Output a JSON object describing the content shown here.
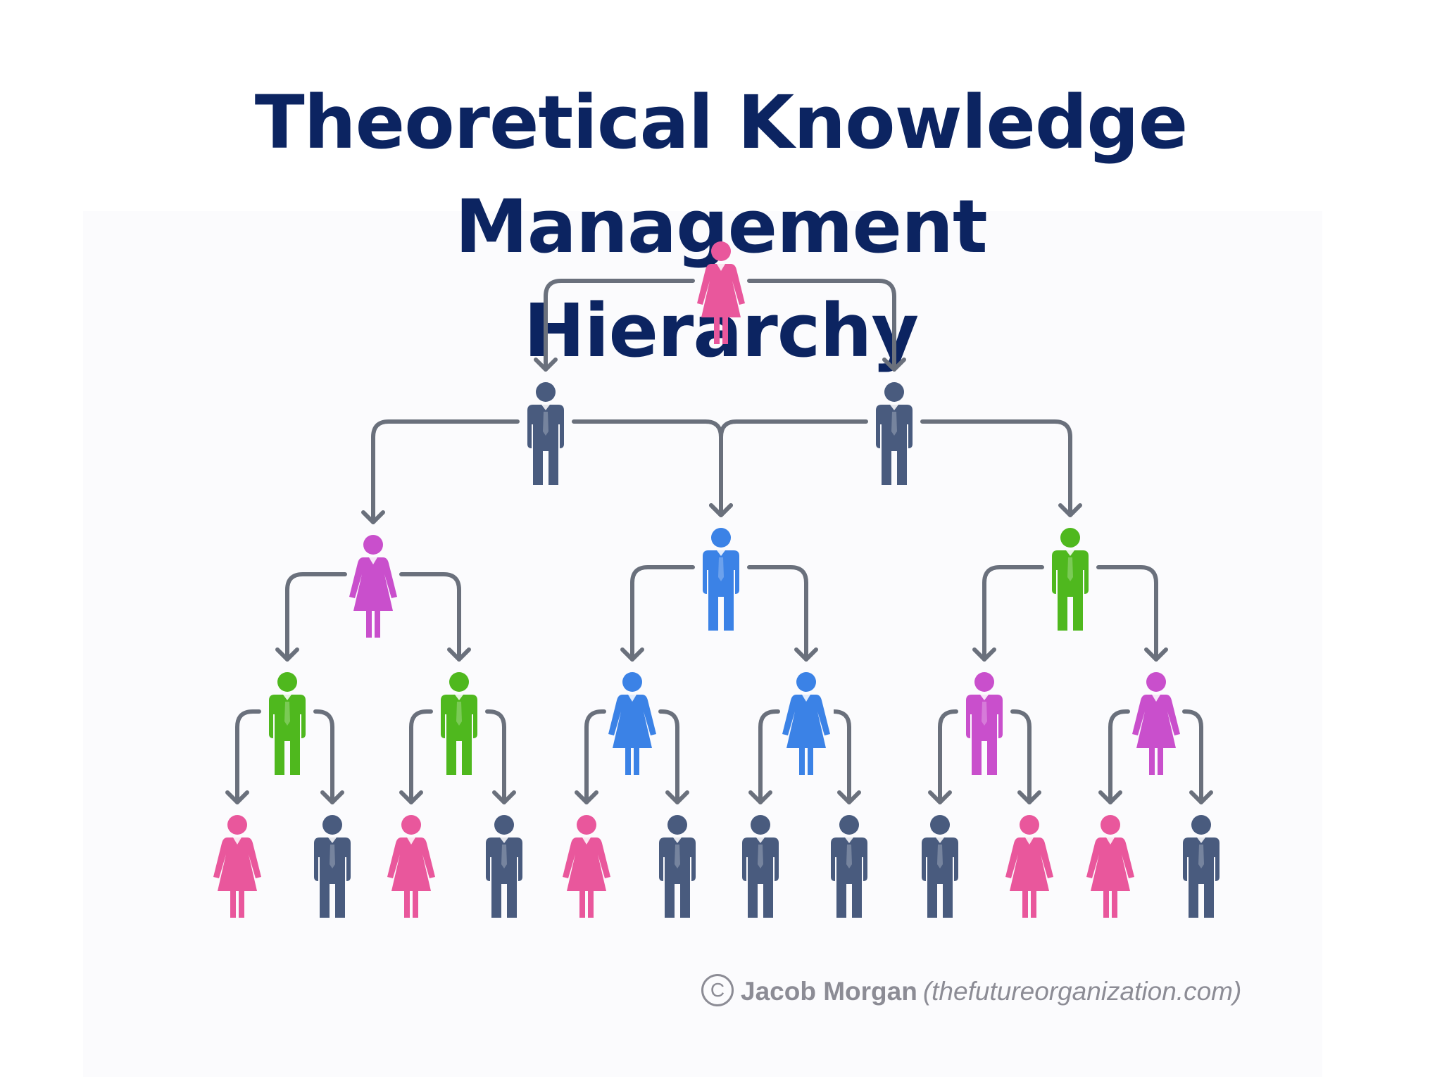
{
  "title": {
    "line1": "Theoretical Knowledge Management",
    "line2": "Hierarchy"
  },
  "credit": {
    "symbol": "C",
    "name": "Jacob Morgan",
    "site": "(thefutureorganization.com)"
  },
  "colors": {
    "title": "#0c2461",
    "arrow": "#6a707c",
    "pink": "#e9579c",
    "navy": "#495b7e",
    "magenta": "#c94fcc",
    "blue": "#3b82e6",
    "green": "#4fb81e",
    "credit": "#8c8c95"
  },
  "hierarchy": {
    "levels": [
      [
        {
          "gender": "female",
          "color": "pink"
        }
      ],
      [
        {
          "gender": "male",
          "color": "navy"
        },
        {
          "gender": "male",
          "color": "navy"
        }
      ],
      [
        {
          "gender": "female",
          "color": "magenta"
        },
        {
          "gender": "male",
          "color": "blue"
        },
        {
          "gender": "male",
          "color": "green"
        }
      ],
      [
        {
          "gender": "male",
          "color": "green"
        },
        {
          "gender": "male",
          "color": "green"
        },
        {
          "gender": "female",
          "color": "blue"
        },
        {
          "gender": "female",
          "color": "blue"
        },
        {
          "gender": "male",
          "color": "magenta"
        },
        {
          "gender": "female",
          "color": "magenta"
        }
      ],
      [
        {
          "gender": "female",
          "color": "pink"
        },
        {
          "gender": "male",
          "color": "navy"
        },
        {
          "gender": "female",
          "color": "pink"
        },
        {
          "gender": "male",
          "color": "navy"
        },
        {
          "gender": "female",
          "color": "pink"
        },
        {
          "gender": "male",
          "color": "navy"
        },
        {
          "gender": "male",
          "color": "navy"
        },
        {
          "gender": "male",
          "color": "navy"
        },
        {
          "gender": "male",
          "color": "navy"
        },
        {
          "gender": "female",
          "color": "pink"
        },
        {
          "gender": "female",
          "color": "pink"
        },
        {
          "gender": "male",
          "color": "navy"
        }
      ]
    ],
    "edges": [
      [
        [
          0,
          0
        ],
        [
          1,
          0
        ]
      ],
      [
        [
          0,
          0
        ],
        [
          1,
          1
        ]
      ],
      [
        [
          1,
          0
        ],
        [
          2,
          0
        ]
      ],
      [
        [
          1,
          0
        ],
        [
          2,
          1
        ]
      ],
      [
        [
          1,
          1
        ],
        [
          2,
          1
        ]
      ],
      [
        [
          1,
          1
        ],
        [
          2,
          2
        ]
      ],
      [
        [
          2,
          0
        ],
        [
          3,
          0
        ]
      ],
      [
        [
          2,
          0
        ],
        [
          3,
          1
        ]
      ],
      [
        [
          2,
          1
        ],
        [
          3,
          2
        ]
      ],
      [
        [
          2,
          1
        ],
        [
          3,
          3
        ]
      ],
      [
        [
          2,
          2
        ],
        [
          3,
          4
        ]
      ],
      [
        [
          2,
          2
        ],
        [
          3,
          5
        ]
      ],
      [
        [
          3,
          0
        ],
        [
          4,
          0
        ]
      ],
      [
        [
          3,
          0
        ],
        [
          4,
          1
        ]
      ],
      [
        [
          3,
          1
        ],
        [
          4,
          2
        ]
      ],
      [
        [
          3,
          1
        ],
        [
          4,
          3
        ]
      ],
      [
        [
          3,
          2
        ],
        [
          4,
          4
        ]
      ],
      [
        [
          3,
          2
        ],
        [
          4,
          5
        ]
      ],
      [
        [
          3,
          3
        ],
        [
          4,
          6
        ]
      ],
      [
        [
          3,
          3
        ],
        [
          4,
          7
        ]
      ],
      [
        [
          3,
          4
        ],
        [
          4,
          8
        ]
      ],
      [
        [
          3,
          4
        ],
        [
          4,
          9
        ]
      ],
      [
        [
          3,
          5
        ],
        [
          4,
          10
        ]
      ],
      [
        [
          3,
          5
        ],
        [
          4,
          11
        ]
      ]
    ]
  }
}
